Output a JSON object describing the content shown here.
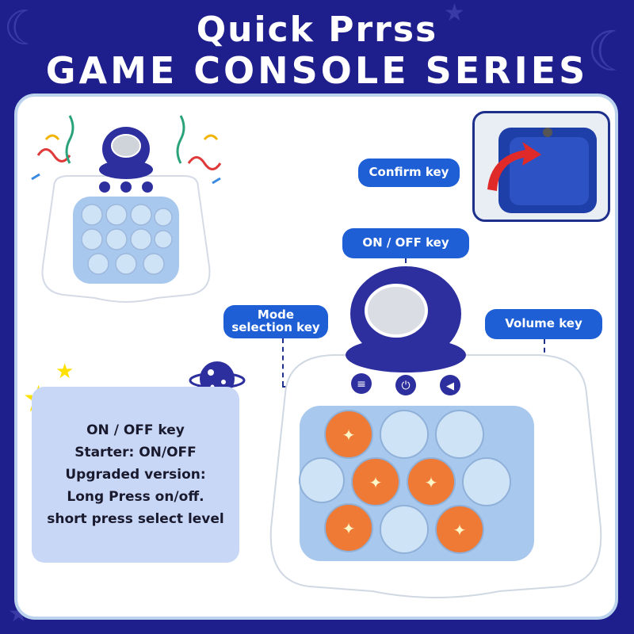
{
  "header": {
    "line1": "Quick Prrss",
    "line2": "GAME CONSOLE SERIES"
  },
  "callouts": {
    "confirm": "Confirm key",
    "on_off": "ON / OFF key",
    "mode_line1": "Mode",
    "mode_line2": "selection key",
    "volume": "Volume key"
  },
  "info_card": {
    "lines": [
      "ON / OFF key",
      "Starter: ON/OFF",
      "Upgraded version:",
      "Long Press on/off.",
      "short press select level"
    ]
  },
  "colors": {
    "background": "#1e1e8c",
    "pill": "#1e5fd6",
    "card": "#c9d7f7",
    "accent_navy": "#1e2f8c",
    "button_blue": "#bcd6f2",
    "button_lit": "#ee7a35"
  },
  "icons": {
    "menu": "menu-list-icon",
    "power": "power-icon",
    "volume": "volume-icon",
    "arrow": "curved-arrow-icon",
    "star": "star-icon",
    "planet": "planet-icon"
  }
}
